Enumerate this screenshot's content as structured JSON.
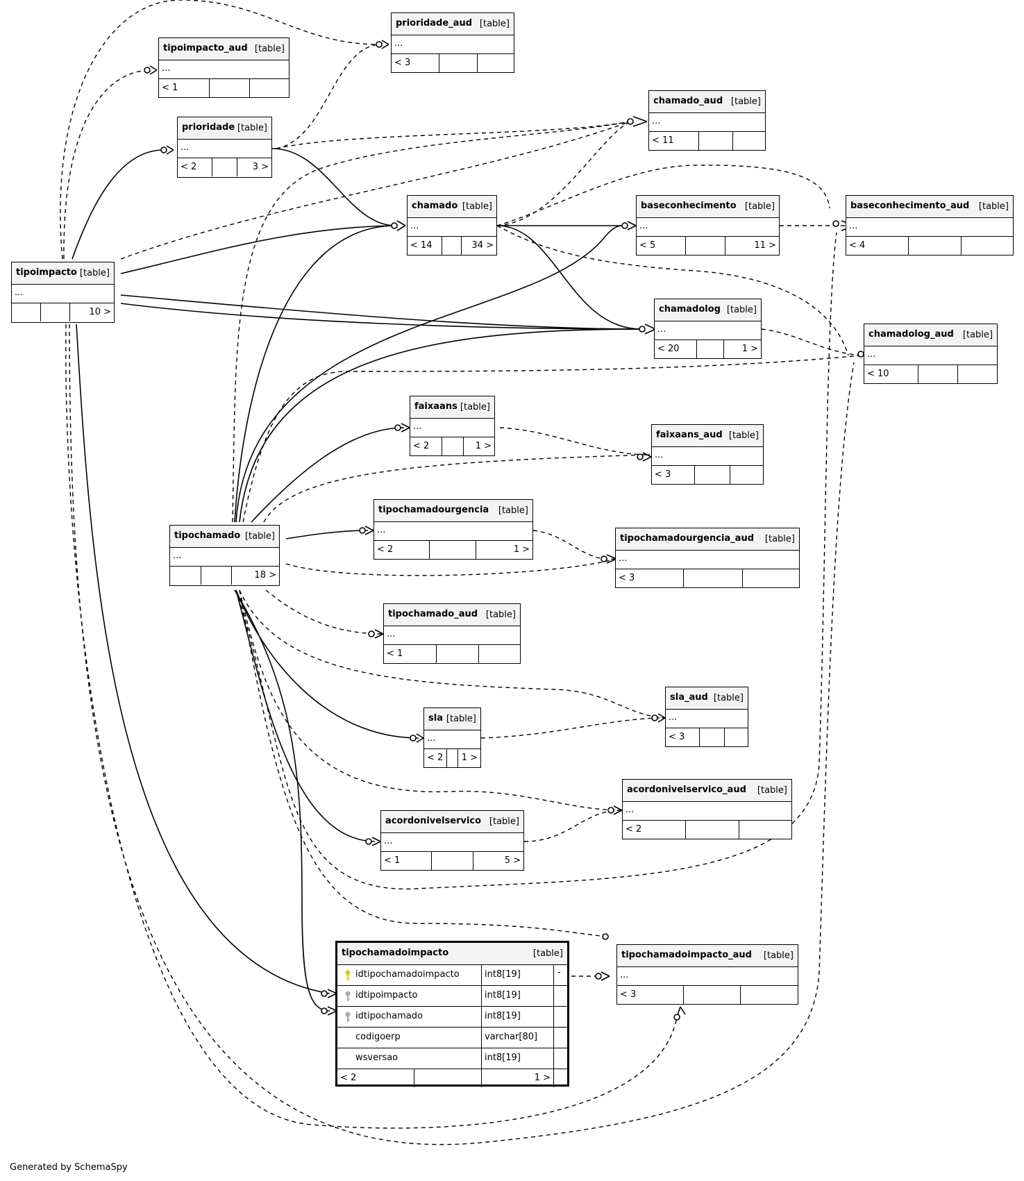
{
  "footer": "Generated by SchemaSpy",
  "tables": {
    "prioridade_aud": {
      "name": "prioridade_aud",
      "kind": "[table]",
      "row": "...",
      "counts": [
        "< 3",
        "",
        ""
      ]
    },
    "tipoimpacto_aud": {
      "name": "tipoimpacto_aud",
      "kind": "[table]",
      "row": "...",
      "counts": [
        "< 1",
        "",
        ""
      ]
    },
    "prioridade": {
      "name": "prioridade",
      "kind": "[table]",
      "row": "...",
      "counts": [
        "< 2",
        "",
        "3 >"
      ]
    },
    "chamado_aud": {
      "name": "chamado_aud",
      "kind": "[table]",
      "row": "...",
      "counts": [
        "< 11",
        "",
        ""
      ]
    },
    "chamado": {
      "name": "chamado",
      "kind": "[table]",
      "row": "...",
      "counts": [
        "< 14",
        "",
        "34 >"
      ]
    },
    "baseconhecimento": {
      "name": "baseconhecimento",
      "kind": "[table]",
      "row": "...",
      "counts": [
        "< 5",
        "",
        "11 >"
      ]
    },
    "baseconhecimento_aud": {
      "name": "baseconhecimento_aud",
      "kind": "[table]",
      "row": "...",
      "counts": [
        "< 4",
        "",
        ""
      ]
    },
    "tipoimpacto": {
      "name": "tipoimpacto",
      "kind": "[table]",
      "row": "...",
      "counts": [
        "",
        "",
        "10 >"
      ]
    },
    "chamadolog": {
      "name": "chamadolog",
      "kind": "[table]",
      "row": "...",
      "counts": [
        "< 20",
        "",
        "1 >"
      ]
    },
    "chamadolog_aud": {
      "name": "chamadolog_aud",
      "kind": "[table]",
      "row": "...",
      "counts": [
        "< 10",
        "",
        ""
      ]
    },
    "faixaans": {
      "name": "faixaans",
      "kind": "[table]",
      "row": "...",
      "counts": [
        "< 2",
        "",
        "1 >"
      ]
    },
    "faixaans_aud": {
      "name": "faixaans_aud",
      "kind": "[table]",
      "row": "...",
      "counts": [
        "< 3",
        "",
        ""
      ]
    },
    "tipochamadourgencia": {
      "name": "tipochamadourgencia",
      "kind": "[table]",
      "row": "...",
      "counts": [
        "< 2",
        "",
        "1 >"
      ]
    },
    "tipochamadourgencia_aud": {
      "name": "tipochamadourgencia_aud",
      "kind": "[table]",
      "row": "...",
      "counts": [
        "< 3",
        "",
        ""
      ]
    },
    "tipochamado": {
      "name": "tipochamado",
      "kind": "[table]",
      "row": "...",
      "counts": [
        "",
        "",
        "18 >"
      ]
    },
    "tipochamado_aud": {
      "name": "tipochamado_aud",
      "kind": "[table]",
      "row": "...",
      "counts": [
        "< 1",
        "",
        ""
      ]
    },
    "sla": {
      "name": "sla",
      "kind": "[table]",
      "row": "...",
      "counts": [
        "< 2",
        "",
        "1 >"
      ]
    },
    "sla_aud": {
      "name": "sla_aud",
      "kind": "[table]",
      "row": "...",
      "counts": [
        "< 3",
        "",
        ""
      ]
    },
    "acordonivelservico_aud": {
      "name": "acordonivelservico_aud",
      "kind": "[table]",
      "row": "...",
      "counts": [
        "< 2",
        "",
        ""
      ]
    },
    "acordonivelservico": {
      "name": "acordonivelservico",
      "kind": "[table]",
      "row": "...",
      "counts": [
        "< 1",
        "",
        "5 >"
      ]
    },
    "tipochamadoimpacto_aud": {
      "name": "tipochamadoimpacto_aud",
      "kind": "[table]",
      "row": "...",
      "counts": [
        "< 3",
        "",
        ""
      ]
    }
  },
  "focus_table": {
    "name": "tipochamadoimpacto",
    "kind": "[table]",
    "columns": [
      {
        "name": "idtipochamadoimpacto",
        "type": "int8[19]",
        "key": "primary",
        "key_color": "#e8c400"
      },
      {
        "name": "idtipoimpacto",
        "type": "int8[19]",
        "key": "foreign",
        "key_color": "#a9a9a9"
      },
      {
        "name": "idtipochamado",
        "type": "int8[19]",
        "key": "foreign",
        "key_color": "#a9a9a9"
      },
      {
        "name": "codigoerp",
        "type": "varchar[80]",
        "key": "none"
      },
      {
        "name": "wsversao",
        "type": "int8[19]",
        "key": "none"
      }
    ],
    "side_mark": "-",
    "counts": [
      "< 2",
      "",
      "1 >"
    ]
  }
}
